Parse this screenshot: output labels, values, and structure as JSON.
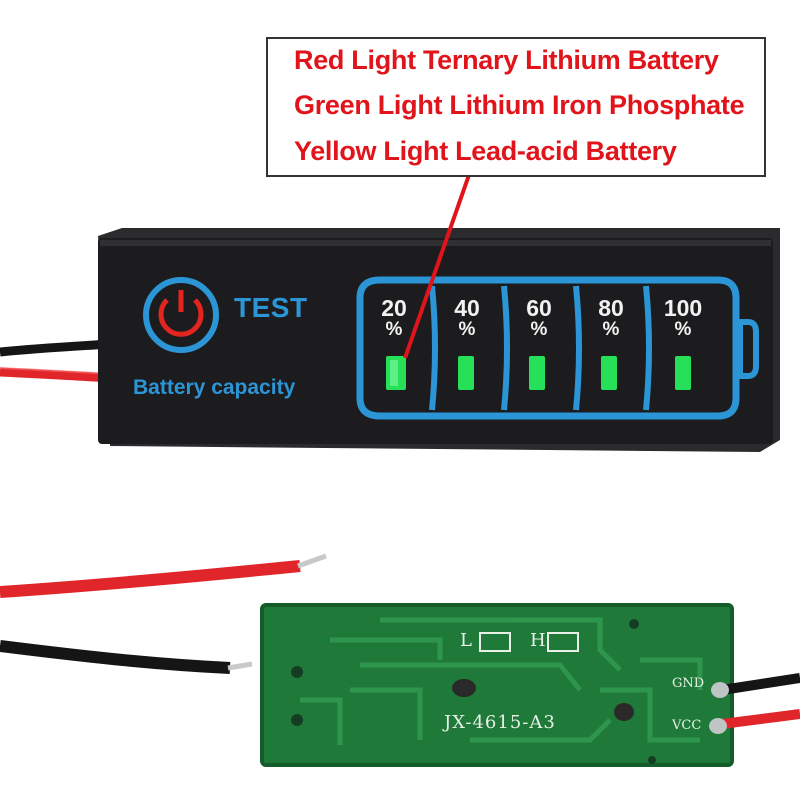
{
  "callout": {
    "lines": [
      "Red Light Ternary Lithium Battery",
      "Green Light Lithium Iron Phosphate",
      "Yellow Light Lead-acid Battery"
    ],
    "text_color": "#e0141a"
  },
  "module": {
    "test_label": "TEST",
    "capacity_label": "Battery capacity",
    "accent_color": "#2b95d6",
    "power_icon_color": "#e2251e",
    "led_color": "#27e05a",
    "cells": [
      {
        "value": "20",
        "unit": "%"
      },
      {
        "value": "40",
        "unit": "%"
      },
      {
        "value": "60",
        "unit": "%"
      },
      {
        "value": "80",
        "unit": "%"
      },
      {
        "value": "100",
        "unit": "%"
      }
    ]
  },
  "pcb": {
    "model": "JX-4615-A3",
    "pad_l": "L",
    "pad_h": "H",
    "gnd": "GND",
    "vcc": "VCC",
    "board_color": "#1f7a3a"
  }
}
